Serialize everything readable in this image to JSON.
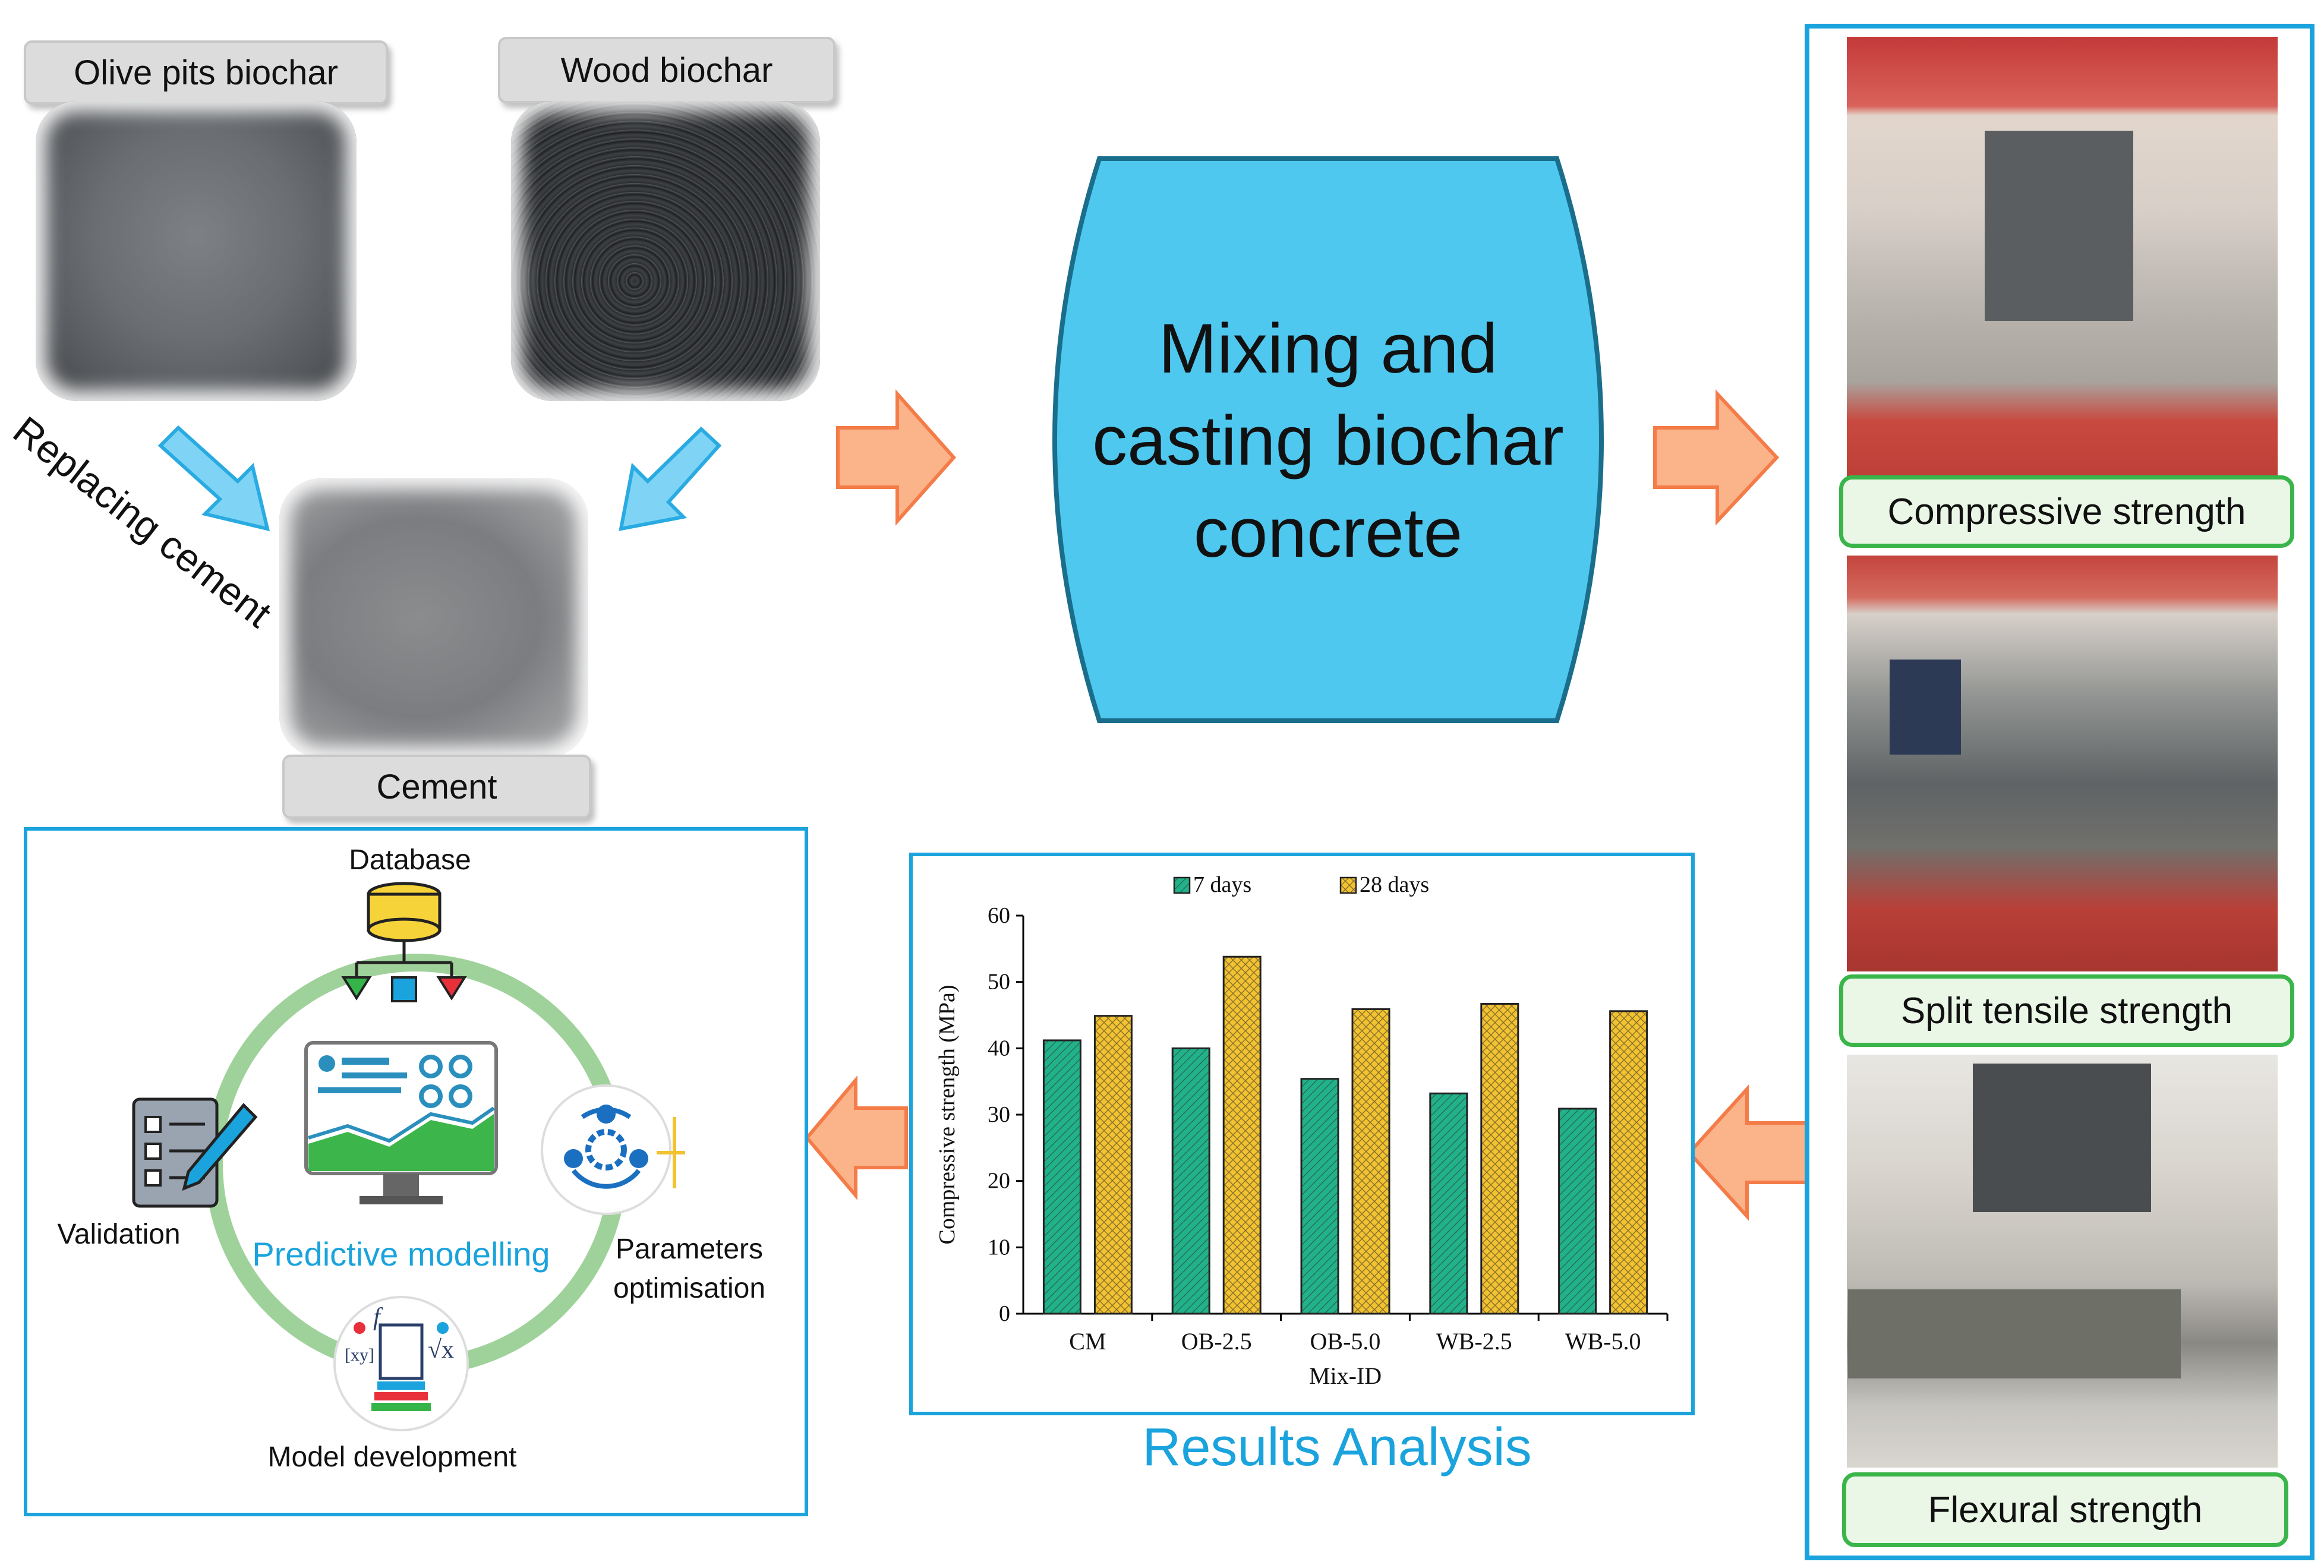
{
  "materials": {
    "olive_label": "Olive pits biochar",
    "wood_label": "Wood biochar",
    "cement_label": "Cement",
    "replacing_label": "Replacing cement"
  },
  "process": {
    "mixing_label": "Mixing and casting biochar concrete"
  },
  "tests": {
    "compressive_label": "Compressive strength",
    "split_label": "Split tensile strength",
    "flexural_label": "Flexural strength"
  },
  "results": {
    "title": "Results Analysis"
  },
  "modelling": {
    "database_label": "Database",
    "validation_label": "Validation",
    "center_label": "Predictive modelling",
    "parameters_label": "Parameters optimisation",
    "model_dev_label": "Model development"
  },
  "colors": {
    "arrow_orange": "#fbb38a",
    "arrow_orange_border": "#f47c48",
    "arrow_blue": "#7fd4f5",
    "mixing_fill": "#4ec8ef",
    "box_border": "#1aa3dc",
    "green_series": "#22b28a",
    "yellow_series": "#f2c230",
    "ring_green": "#9fd29a",
    "title_blue": "#1aa3dc"
  },
  "chart_data": {
    "type": "bar",
    "categories": [
      "CM",
      "OB-2.5",
      "OB-5.0",
      "WB-2.5",
      "WB-5.0"
    ],
    "series": [
      {
        "name": "7 days",
        "values": [
          41.2,
          40.0,
          35.4,
          33.2,
          30.9
        ]
      },
      {
        "name": "28 days",
        "values": [
          44.9,
          53.8,
          45.9,
          46.7,
          45.6
        ]
      }
    ],
    "xlabel": "Mix-ID",
    "ylabel": "Compressive strength (MPa)",
    "ylim": [
      0,
      60
    ],
    "yticks": [
      0,
      10,
      20,
      30,
      40,
      50,
      60
    ],
    "legend_position": "top",
    "grid": false
  }
}
